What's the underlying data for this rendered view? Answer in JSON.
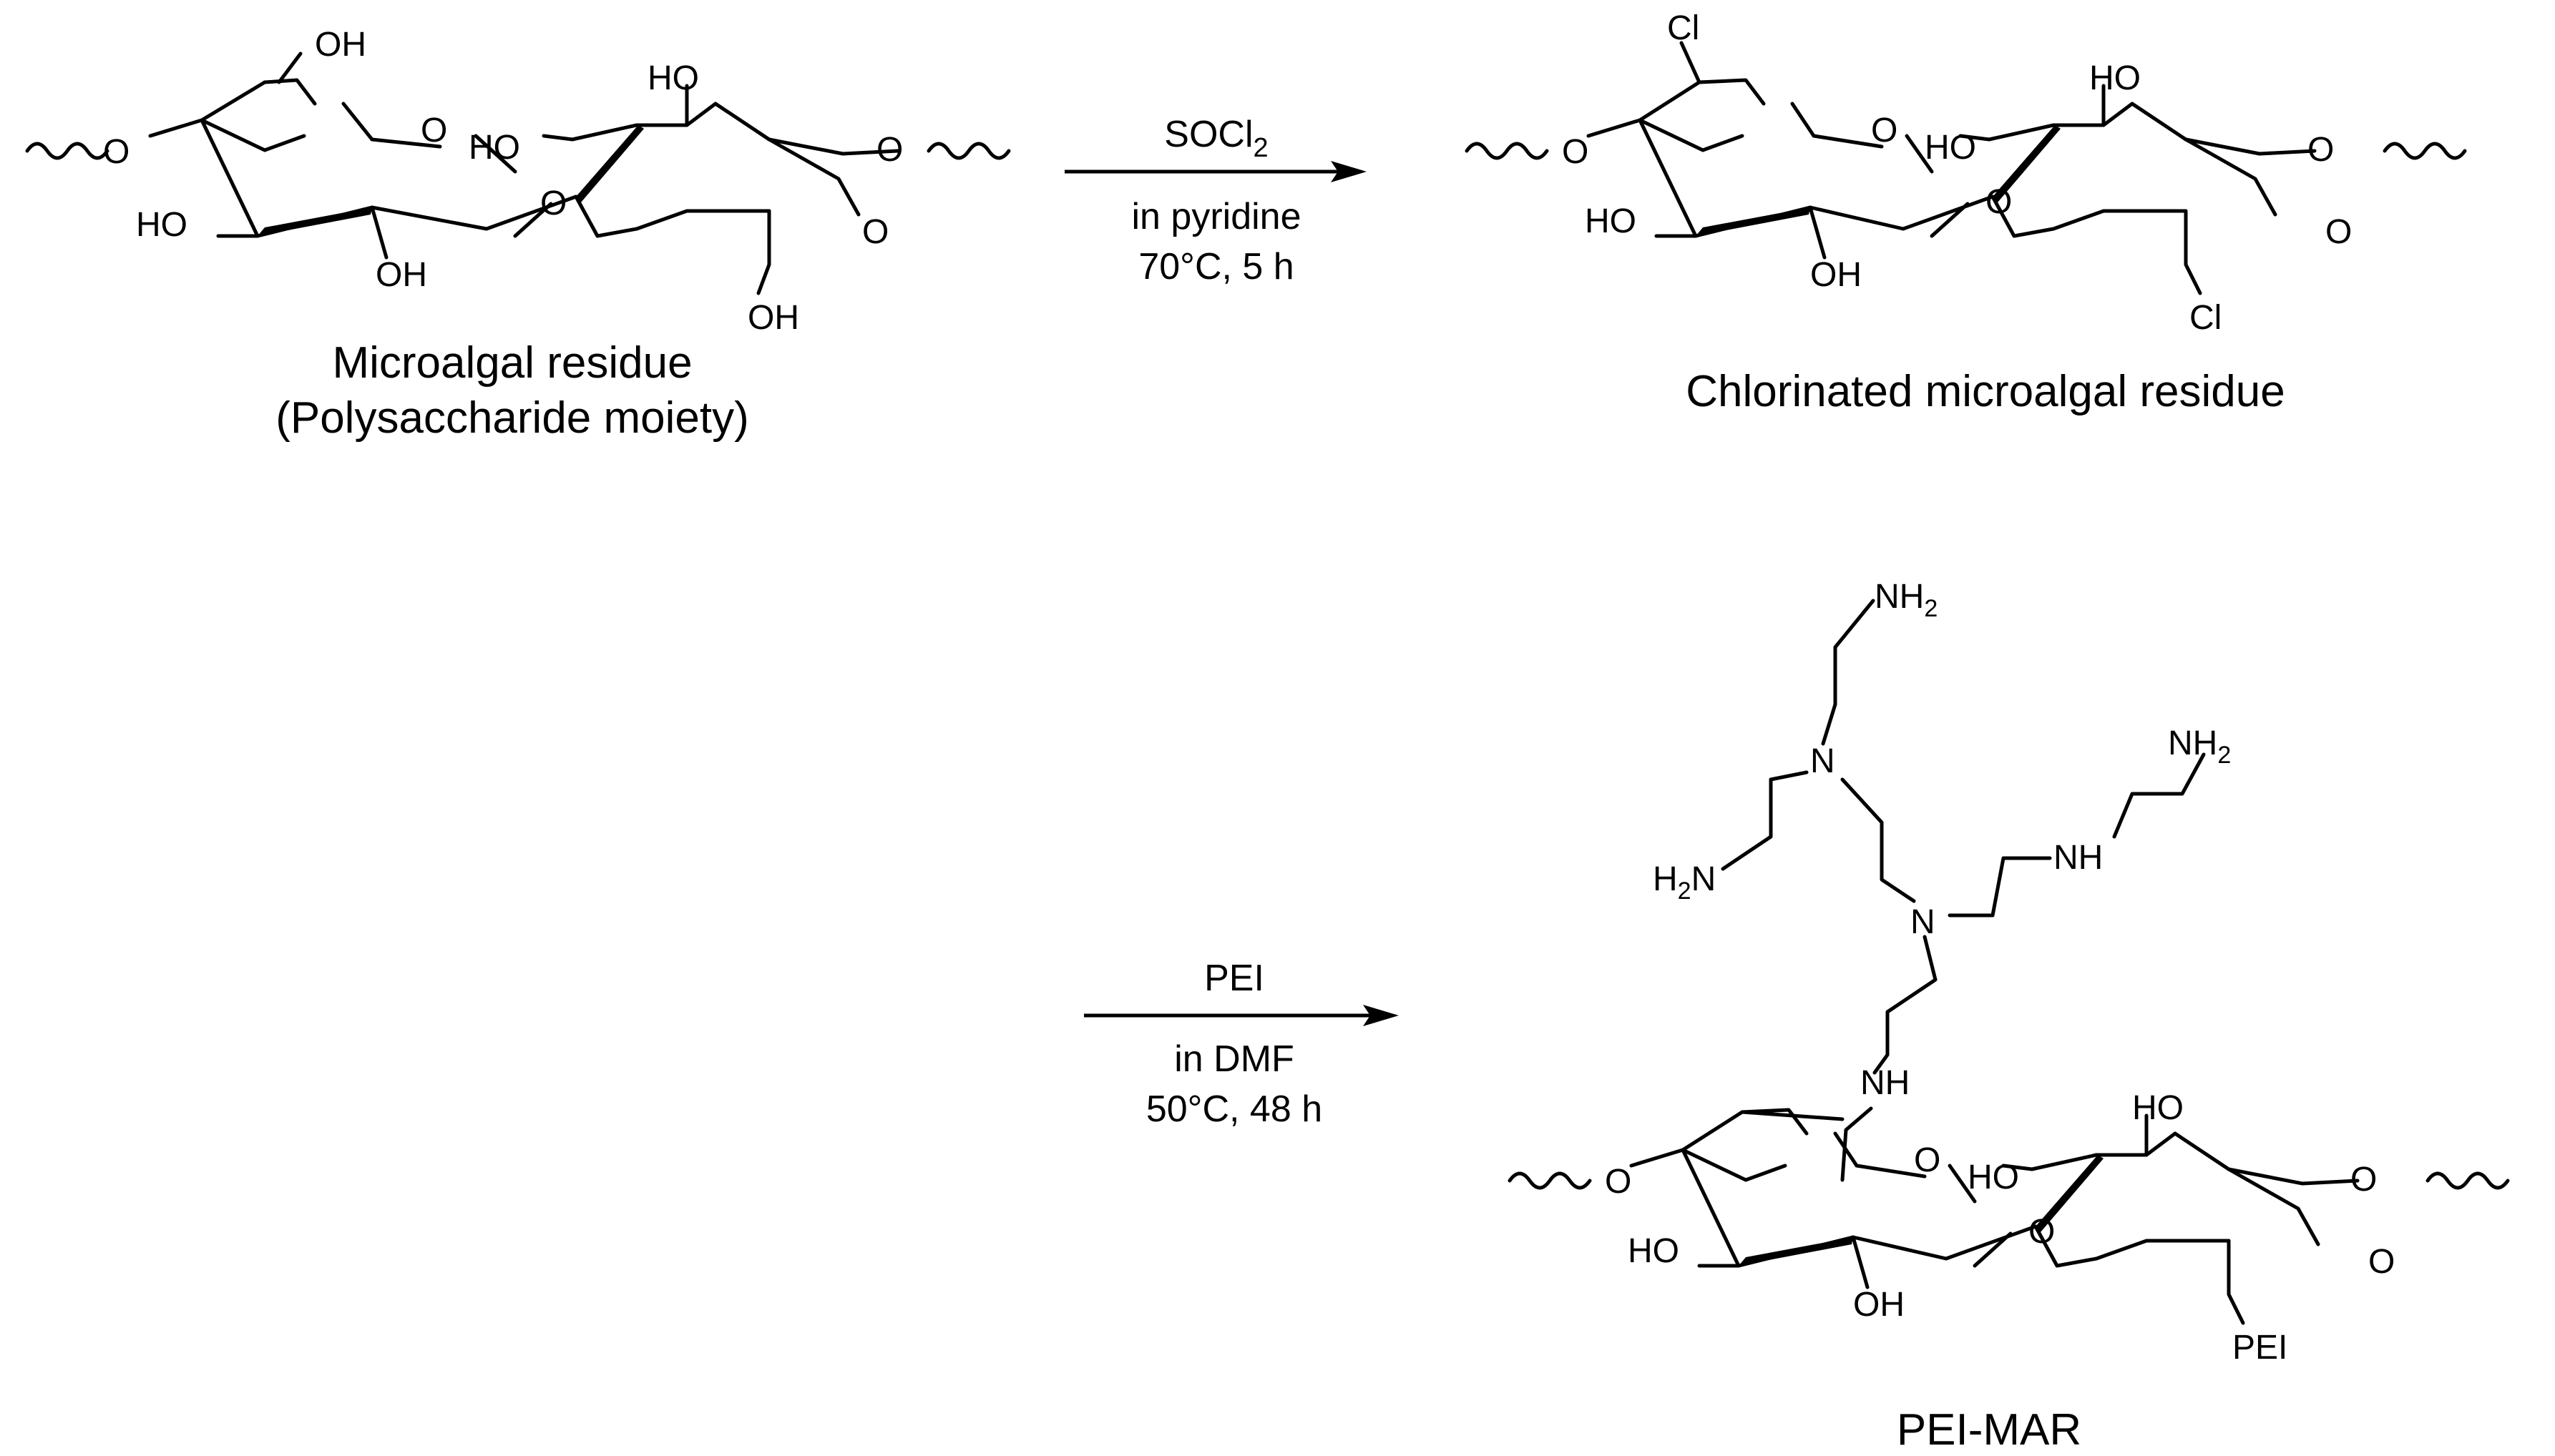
{
  "step1": {
    "reagent": "SOCl",
    "reagent_sub": "2",
    "solvent": "in pyridine",
    "conditions": "70°C, 5 h"
  },
  "step2": {
    "reagent": "PEI",
    "solvent": "in DMF",
    "conditions": "50°C, 48 h"
  },
  "compounds": {
    "start_line1": "Microalgal residue",
    "start_line2": "(Polysaccharide moiety)",
    "chlorinated": "Chlorinated microalgal residue",
    "product": "PEI-MAR"
  },
  "labels": {
    "O": "O",
    "OH": "OH",
    "HO": "HO",
    "Cl": "Cl",
    "NH": "NH",
    "N": "N",
    "NH2": "NH",
    "H2N_H": "H",
    "H2N_N": "N",
    "sub2": "2",
    "PEI": "PEI"
  }
}
